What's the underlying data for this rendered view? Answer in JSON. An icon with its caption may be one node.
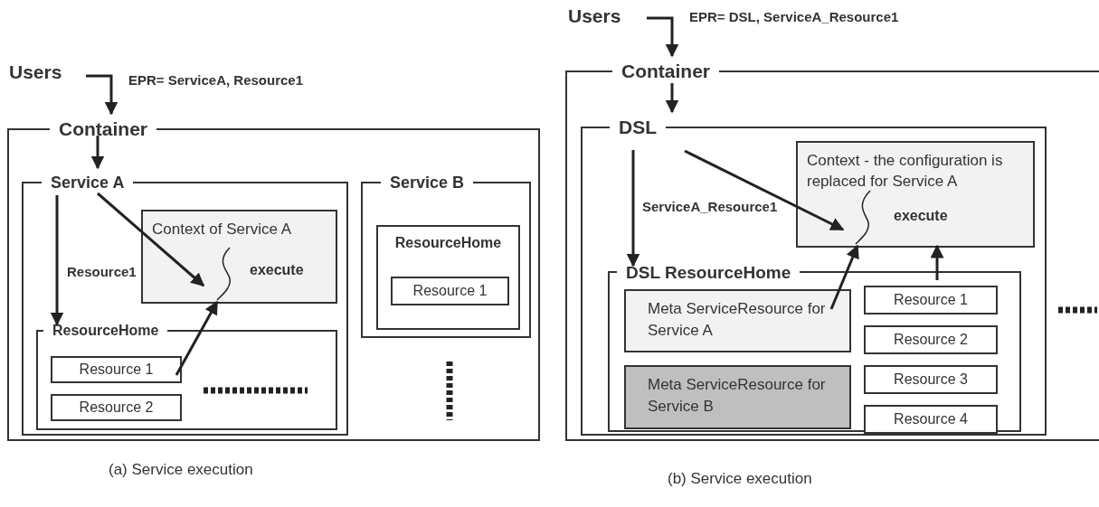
{
  "diagram": {
    "nodes": [
      {
        "text": [
          "Users"
        ]
      },
      {
        "text": [
          "Container"
        ]
      },
      {
        "text": [
          "Service A"
        ],
        "in": 1
      },
      {
        "text": [
          "Context of Service A",
          "execute"
        ],
        "in": 2
      },
      {
        "text": [
          "ResourceHome"
        ],
        "in": 2
      },
      {
        "text": [
          "Resource 1"
        ],
        "in": 4
      },
      {
        "text": [
          "Resource 2"
        ],
        "in": 4
      },
      {
        "text": [
          "Service B"
        ],
        "in": 1
      },
      {
        "text": [
          "ResourceHome"
        ],
        "in": 7
      },
      {
        "text": [
          "Resource 1"
        ],
        "in": 8
      },
      {
        "text": [
          "Users"
        ]
      },
      {
        "text": [
          "Container"
        ]
      },
      {
        "text": [
          "DSL"
        ],
        "in": 11
      },
      {
        "text": [
          "Context - the configuration is replaced for Service A",
          "execute"
        ],
        "in": 12
      },
      {
        "text": [
          "DSL ResourceHome"
        ],
        "in": 12
      },
      {
        "text": [
          "Meta ServiceResource for Service A"
        ],
        "in": 14
      },
      {
        "text": [
          "Meta ServiceResource for Service B"
        ],
        "in": 14
      },
      {
        "text": [
          "Resource 1"
        ],
        "in": 14
      },
      {
        "text": [
          "Resource 2"
        ],
        "in": 14
      },
      {
        "text": [
          "Resource 3"
        ],
        "in": 14
      },
      {
        "text": [
          "Resource 4"
        ],
        "in": 14
      }
    ],
    "edges": [
      {
        "from": 0,
        "to": 1,
        "arrow": "to",
        "label": "EPR= ServiceA, Resource1"
      },
      {
        "from": 1,
        "to": 2,
        "arrow": "to"
      },
      {
        "from": 2,
        "to": 4,
        "arrow": "to",
        "label": "Resource1"
      },
      {
        "from": 2,
        "to": 3,
        "arrow": "to"
      },
      {
        "from": 5,
        "to": 3,
        "arrow": "to"
      },
      {
        "from": 10,
        "to": 11,
        "arrow": "to",
        "label": "EPR= DSL, ServiceA_Resource1"
      },
      {
        "from": 11,
        "to": 12,
        "arrow": "to"
      },
      {
        "from": 12,
        "to": 14,
        "arrow": "to",
        "label": "ServiceA_Resource1"
      },
      {
        "from": 12,
        "to": 13,
        "arrow": "to"
      },
      {
        "from": 15,
        "to": 13,
        "arrow": "to"
      },
      {
        "from": 17,
        "to": 13,
        "arrow": "to"
      }
    ],
    "labels": [
      "(a) Service execution",
      "(b) Service execution"
    ]
  }
}
